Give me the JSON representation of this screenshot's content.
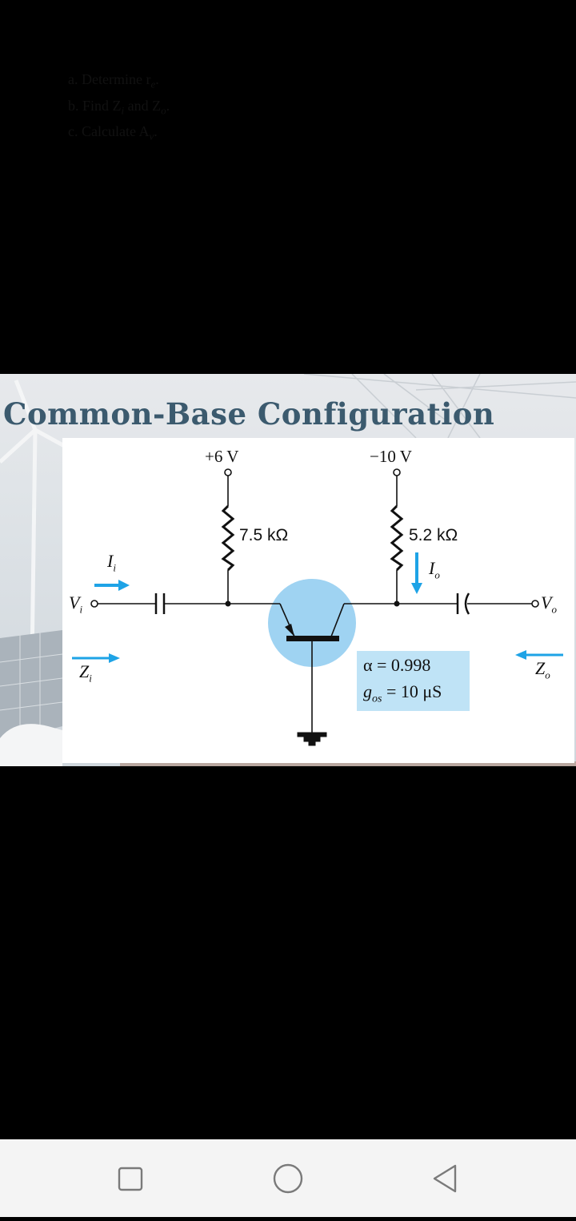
{
  "slide": {
    "title": "Common-Base Configuration",
    "tasks": [
      {
        "letter": "a.",
        "text": "Determine r",
        "sub": "e",
        "tail": "."
      },
      {
        "letter": "b.",
        "text": "Find Z",
        "sub": "i",
        "mid": " and Z",
        "sub2": "o",
        "tail": "."
      },
      {
        "letter": "c.",
        "text": "Calculate A",
        "sub": "v",
        "tail": "."
      }
    ]
  },
  "circuit": {
    "supply_left": "+6 V",
    "supply_right": "−10 V",
    "resistor_left": "7.5 kΩ",
    "resistor_right": "5.2 kΩ",
    "input_current": "I",
    "input_current_sub": "i",
    "output_current": "I",
    "output_current_sub": "o",
    "input_voltage": "V",
    "input_voltage_sub": "i",
    "output_voltage": "V",
    "output_voltage_sub": "o",
    "input_impedance": "Z",
    "input_impedance_sub": "i",
    "output_impedance": "Z",
    "output_impedance_sub": "o",
    "alpha": "α = 0.998",
    "gos": "g",
    "gos_sub": "os",
    "gos_value": " = 10 μS"
  },
  "colors": {
    "accent_blue": "#1ea3e6",
    "transistor_fill": "#9fd3f2",
    "param_box": "#bfe3f6",
    "title": "#3b5a6e"
  },
  "navbar": {
    "icons": [
      "recent-apps-icon",
      "home-icon",
      "back-icon"
    ]
  }
}
